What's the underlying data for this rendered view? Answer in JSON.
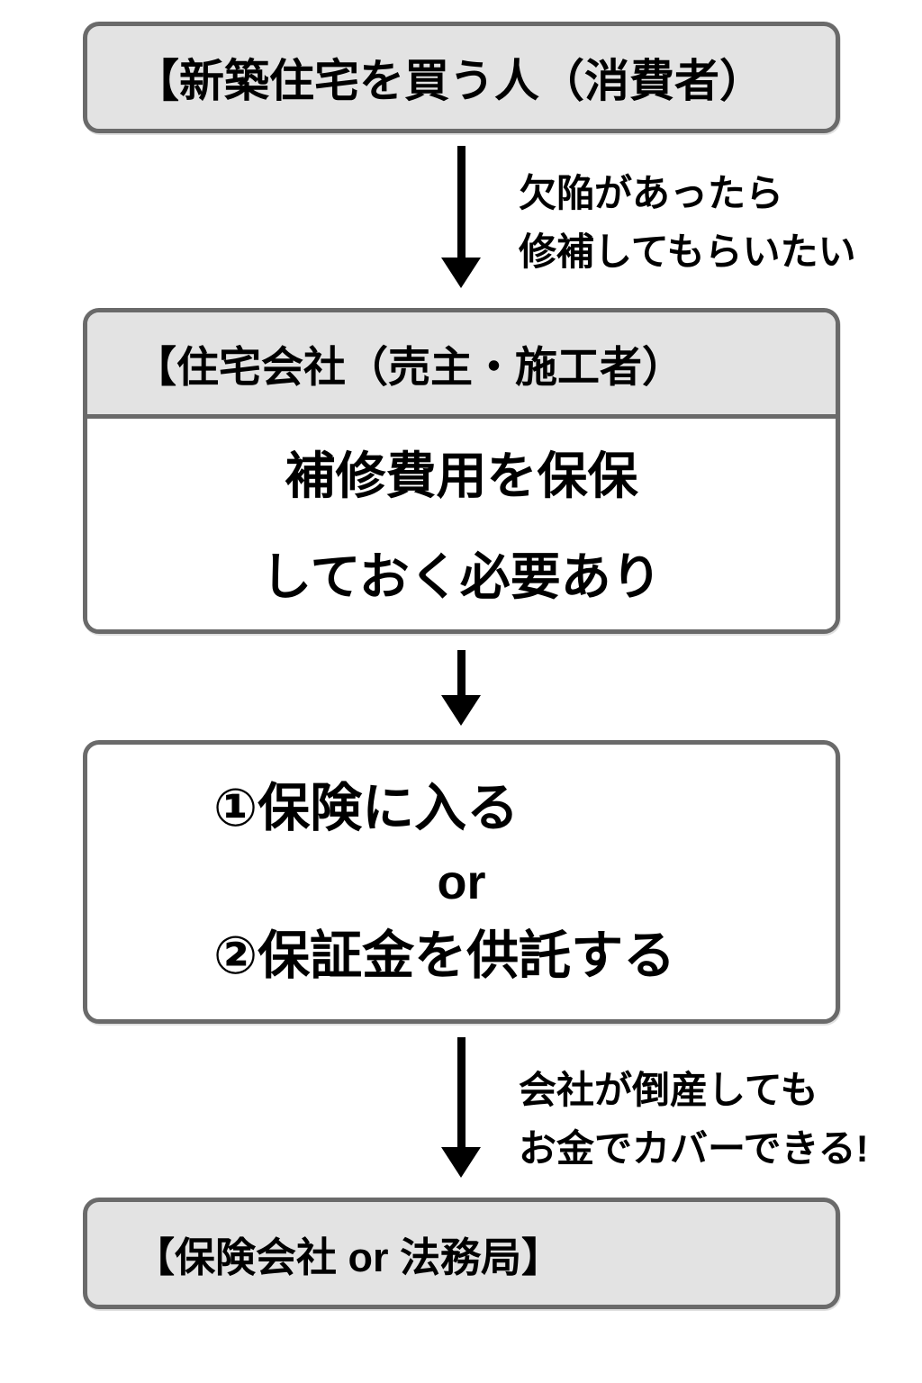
{
  "flowchart": {
    "box1": {
      "label": "【新築住宅を買う人（消費者）"
    },
    "arrow1_note": {
      "line1": "欠陥があったら",
      "line2": "修補してもらいたい"
    },
    "box2": {
      "header": "【住宅会社（売主・施工者）",
      "body_line1": "補修費用を保保",
      "body_line2": "しておく必要あり"
    },
    "box3": {
      "option1": "①保険に入る",
      "connector": "or",
      "option2": "②保証金を供託する"
    },
    "arrow3_note": {
      "line1": "会社が倒産しても",
      "line2": "お金でカバーできる!"
    },
    "box4": {
      "label": "【保険会社 or 法務局】"
    }
  },
  "colors": {
    "box_fill_gray": "#e3e3e3",
    "box_fill_white": "#ffffff",
    "box_border": "#6a6a6a",
    "arrow": "#000000",
    "text": "#000000",
    "page_background": "#ffffff"
  }
}
